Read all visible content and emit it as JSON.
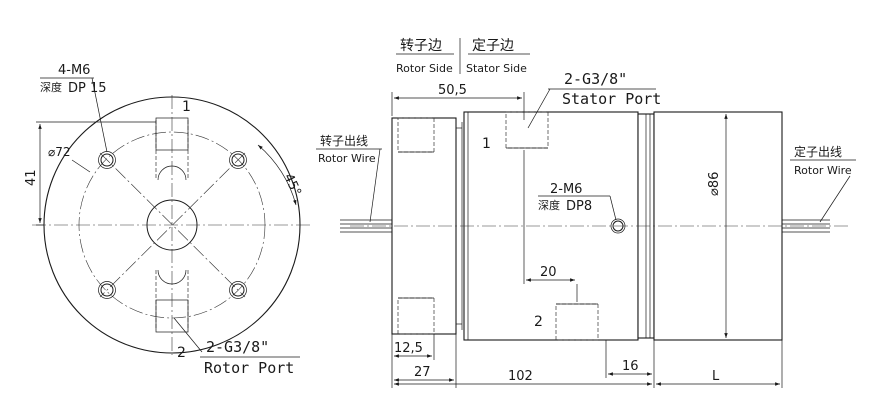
{
  "front_view": {
    "hole_spec_top": "4-M6",
    "hole_spec_depth_cn": "深度",
    "hole_spec_depth": "DP 15",
    "port_number_top": "1",
    "port_number_bottom": "2",
    "pcd_label": "⌀72",
    "height_dim": "41",
    "angle_dim": "45°",
    "port_spec": "2-G3/8\"",
    "port_name": "Rotor Port"
  },
  "side_view": {
    "rotor_side_cn": "转子边",
    "rotor_side_en": "Rotor Side",
    "stator_side_cn": "定子边",
    "stator_side_en": "Stator Side",
    "dim_50_5": "50,5",
    "stator_port_spec": "2-G3/8\"",
    "stator_port_name": "Stator Port",
    "port_number_1": "1",
    "port_number_2": "2",
    "rotor_wire_cn": "转子出线",
    "rotor_wire_en": "Rotor Wire",
    "stator_wire_cn": "定子出线",
    "stator_wire_en": "Rotor Wire",
    "thread_spec": "2-M6",
    "thread_depth_cn": "深度",
    "thread_depth": "DP8",
    "dia_86": "⌀86",
    "dim_20": "20",
    "dim_12_5": "12,5",
    "dim_27": "27",
    "dim_102": "102",
    "dim_16": "16",
    "dim_L": "L"
  }
}
